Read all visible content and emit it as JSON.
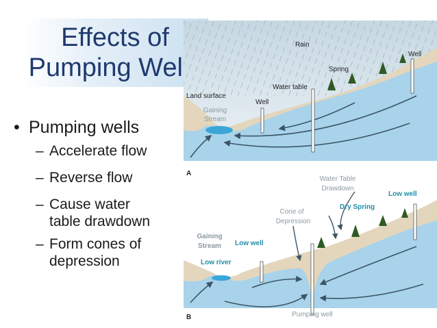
{
  "title": {
    "line1": "Effects of",
    "line2": "Pumping Wells"
  },
  "bullets": {
    "main": "Pumping wells",
    "sub": [
      {
        "line1": "Accelerate flow"
      },
      {
        "line1": "Reverse flow"
      },
      {
        "line1": "Cause water",
        "line2": "table drawdown"
      },
      {
        "line1": "Form cones of",
        "line2": "depression"
      }
    ]
  },
  "diagram_a": {
    "rain": "Rain",
    "well_right": "Well",
    "spring": "Spring",
    "water_table": "Water table",
    "well_mid": "Well",
    "land_surface": "Land surface",
    "gaining_stream_l1": "Gaining",
    "gaining_stream_l2": "Stream",
    "panel_letter": "A"
  },
  "diagram_b": {
    "water_table_drawdown_l1": "Water Table",
    "water_table_drawdown_l2": "Drawdown",
    "low_well_right": "Low well",
    "cone_l1": "Cone of",
    "cone_l2": "Depression",
    "dry_spring": "Dry Spring",
    "gaining_stream_l1": "Gaining",
    "gaining_stream_l2": "Stream",
    "low_well_left": "Low well",
    "low_river": "Low river",
    "pumping_well": "Pumping well",
    "panel_letter": "B"
  },
  "colors": {
    "title": "#1f3a6e",
    "title_bg": "#cfe3f1",
    "water": "#a8d3ea",
    "ground": "#e3d6bd",
    "label_teal": "#1f8fa6",
    "label_gray": "#8a9aa0"
  }
}
